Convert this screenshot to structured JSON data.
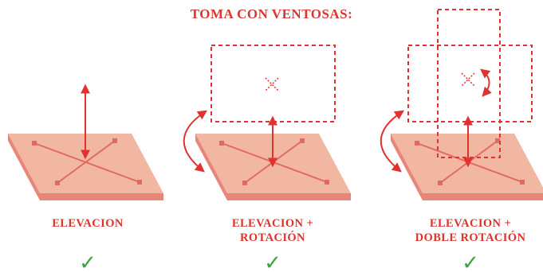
{
  "title": "TOMA CON VENTOSAS:",
  "panels": [
    {
      "caption_line1": "ELEVACION",
      "caption_line2": "",
      "check": "✓"
    },
    {
      "caption_line1": "ELEVACION +",
      "caption_line2": "ROTACIÓN",
      "check": "✓"
    },
    {
      "caption_line1": "ELEVACION +",
      "caption_line2": "DOBLE ROTACIÓN",
      "check": "✓"
    }
  ],
  "colors": {
    "title": "#e0322f",
    "caption": "#d9342b",
    "arrow": "#e0322f",
    "dashed_outline": "#e0322f",
    "plate_top": "#f2b7a3",
    "plate_side": "#e8867a",
    "plate_line": "#e06a5e",
    "check": "#3aa53a"
  }
}
